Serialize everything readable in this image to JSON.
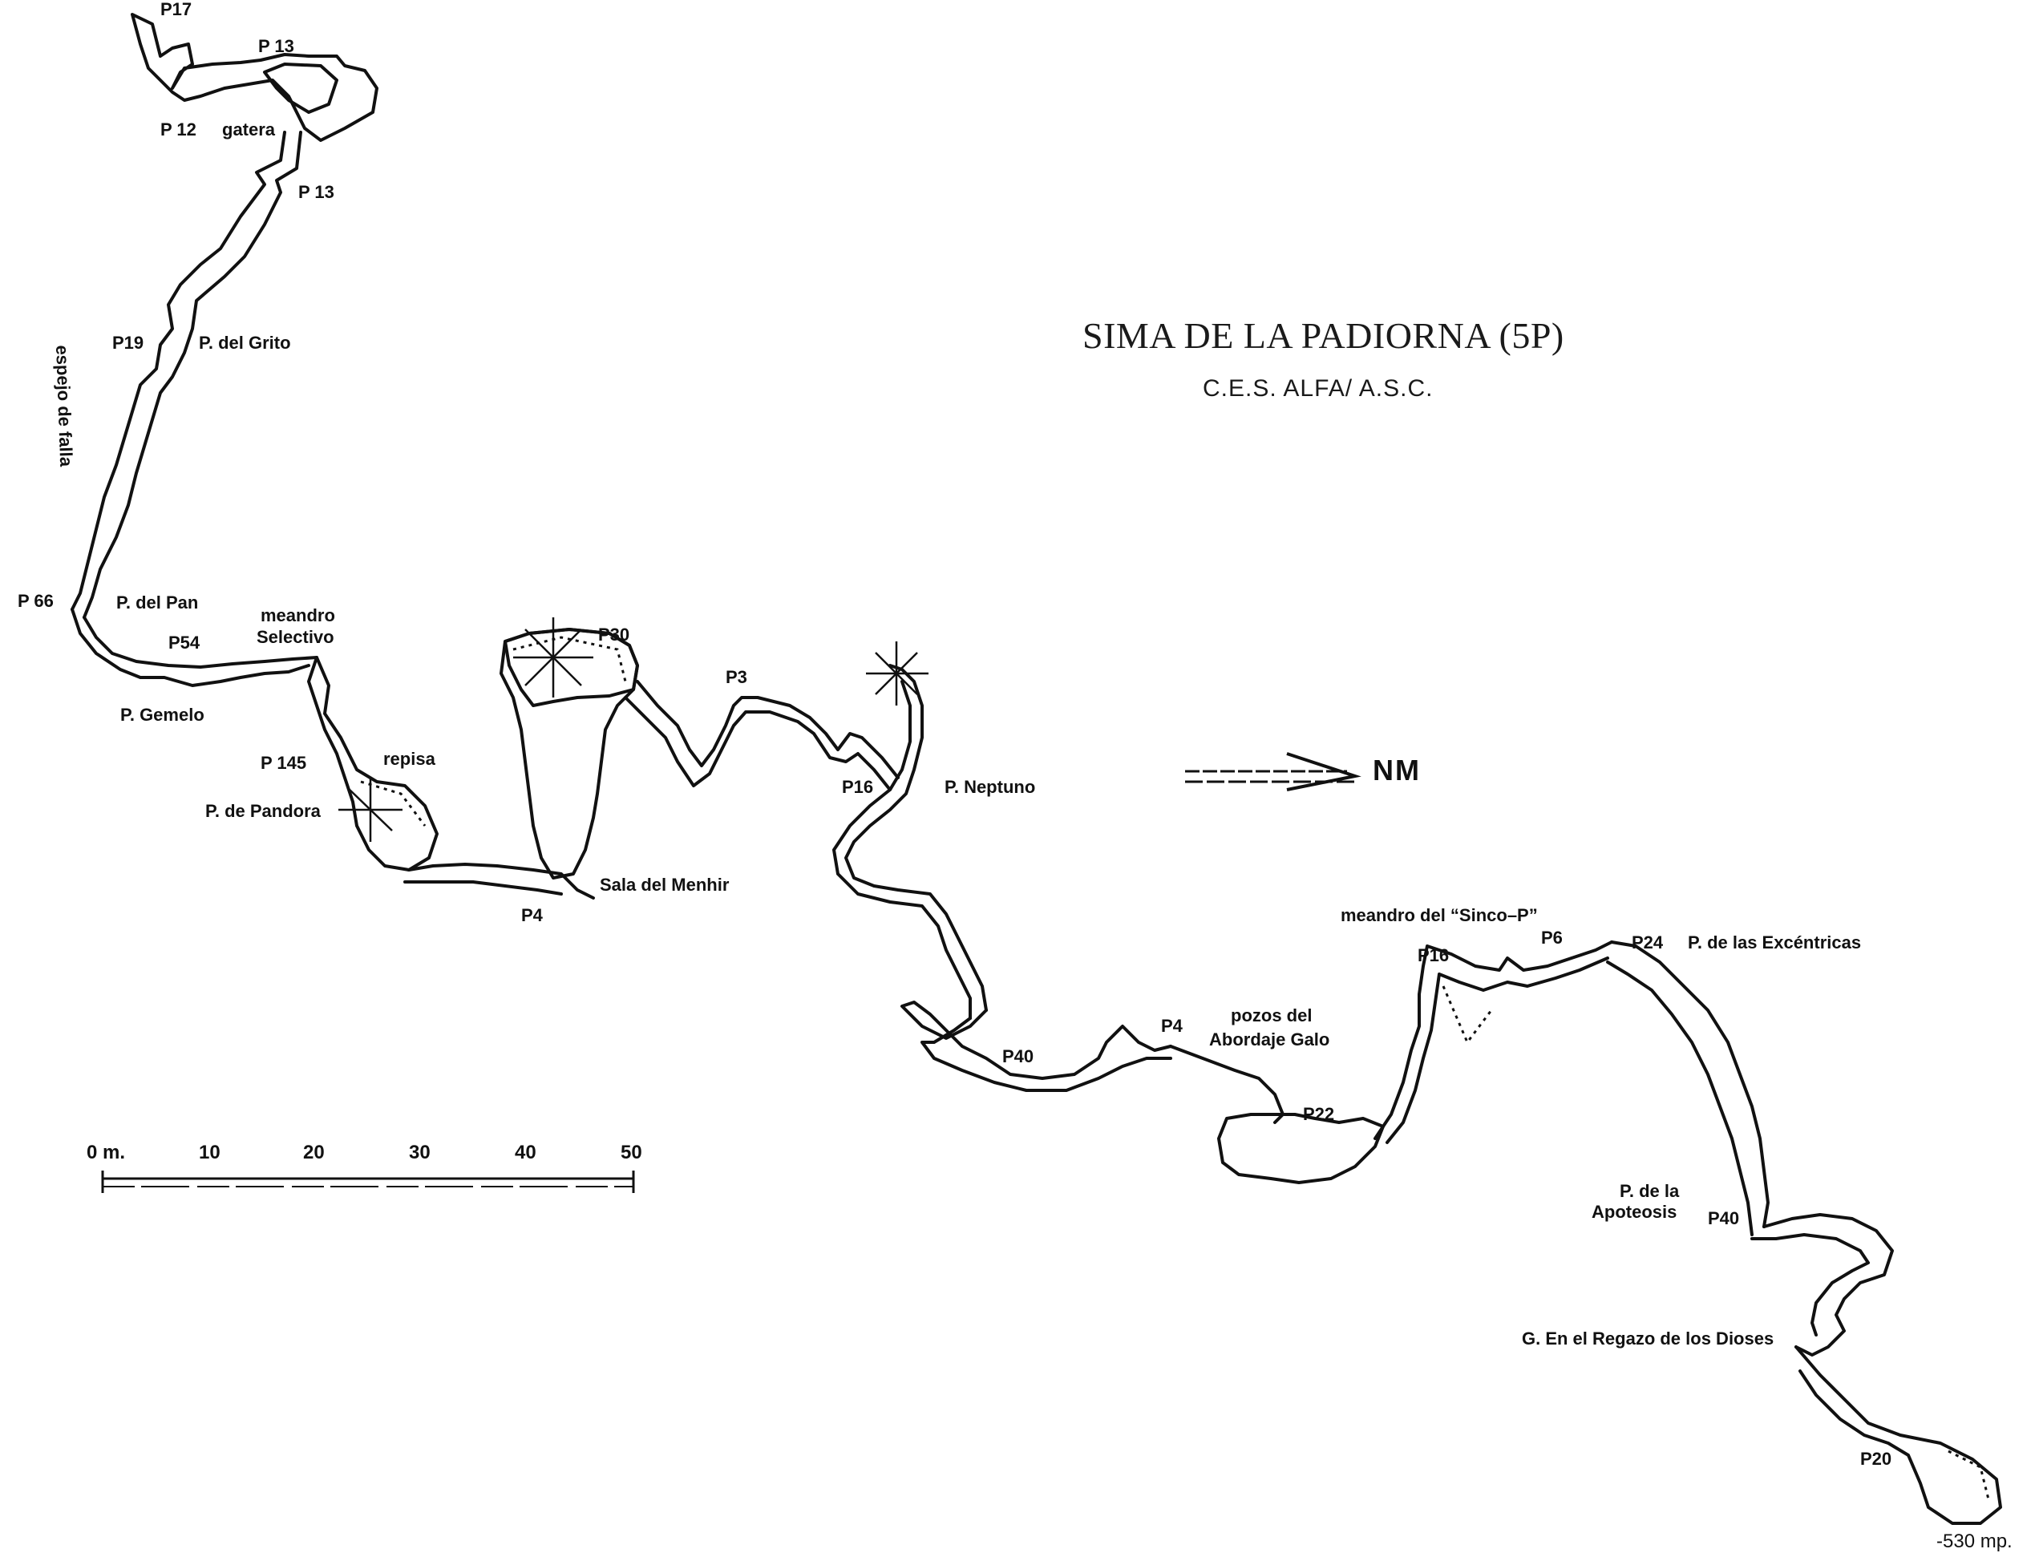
{
  "title": "SIMA DE LA PADIORNA (5P)",
  "subtitle": "C.E.S. ALFA/ A.S.C.",
  "north": "NM",
  "scale": {
    "labels": [
      "0 m.",
      "10",
      "20",
      "30",
      "40",
      "50"
    ]
  },
  "labels": {
    "p17": "P17",
    "p13a": "P 13",
    "p12": "P 12",
    "gatera": "gatera",
    "p13b": "P 13",
    "p19": "P19",
    "p_grito": "P. del Grito",
    "espejo": "espejo de falla",
    "p_left": "P 66",
    "p_pan": "P. del Pan",
    "p54": "P54",
    "p_gemelo": "P. Gemelo",
    "meandro": "meandro",
    "selectivo": "Selectivo",
    "p145": "P 145",
    "repisa": "repisa",
    "p_pandora": "P. de Pandora",
    "p30": "P30",
    "sala_menhir": "Sala del Menhir",
    "p4a": "P4",
    "p3": "P3",
    "p16a": "P16",
    "p_neptuno": "P. Neptuno",
    "p40a": "P40",
    "p4b": "P4",
    "pozos": "pozos del",
    "abordaje": "Abordaje Galo",
    "p22": "P22",
    "meandro_sinco": "meandro del “Sinco–P”",
    "p16b": "P16",
    "p6": "P6",
    "p24": "P24",
    "p_excentricas": "P. de las Excéntricas",
    "p_de_la": "P. de la",
    "apoteosis": "Apoteosis",
    "p40b": "P40",
    "regazo": "G.  En el Regazo de los Dioses",
    "p20": "P20",
    "depth": "-530 mp."
  }
}
